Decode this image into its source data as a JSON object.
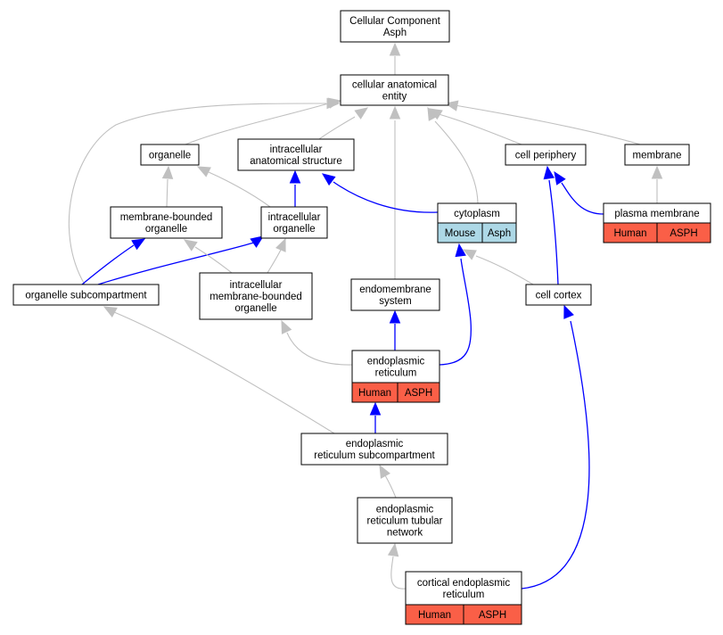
{
  "colors": {
    "gray_edge": "#c0c0c0",
    "blue_edge": "#0000ff",
    "human_fill": "#fa5f47",
    "mouse_fill": "#add8e6",
    "node_border": "#000000",
    "node_fill": "#ffffff"
  },
  "nodes": {
    "cc_asph": {
      "lines": [
        "Cellular Component",
        "Asph"
      ]
    },
    "cae": {
      "lines": [
        "cellular anatomical",
        "entity"
      ]
    },
    "organelle": {
      "lines": [
        "organelle"
      ]
    },
    "ias": {
      "lines": [
        "intracellular",
        "anatomical structure"
      ]
    },
    "cell_periphery": {
      "lines": [
        "cell periphery"
      ]
    },
    "membrane": {
      "lines": [
        "membrane"
      ]
    },
    "mbo": {
      "lines": [
        "membrane-bounded",
        "organelle"
      ]
    },
    "io": {
      "lines": [
        "intracellular",
        "organelle"
      ]
    },
    "cytoplasm": {
      "lines": [
        "cytoplasm"
      ],
      "tags": [
        "Mouse",
        "Asph"
      ]
    },
    "plasma_membrane": {
      "lines": [
        "plasma membrane"
      ],
      "tags": [
        "Human",
        "ASPH"
      ]
    },
    "org_sub": {
      "lines": [
        "organelle subcompartment"
      ]
    },
    "imbo": {
      "lines": [
        "intracellular",
        "membrane-bounded",
        "organelle"
      ]
    },
    "endomembrane": {
      "lines": [
        "endomembrane",
        "system"
      ]
    },
    "cell_cortex": {
      "lines": [
        "cell cortex"
      ]
    },
    "er": {
      "lines": [
        "endoplasmic",
        "reticulum"
      ],
      "tags": [
        "Human",
        "ASPH"
      ]
    },
    "er_sub": {
      "lines": [
        "endoplasmic",
        "reticulum subcompartment"
      ]
    },
    "er_tub": {
      "lines": [
        "endoplasmic",
        "reticulum tubular",
        "network"
      ]
    },
    "cortical_er": {
      "lines": [
        "cortical endoplasmic",
        "reticulum"
      ],
      "tags": [
        "Human",
        "ASPH"
      ]
    }
  },
  "edges": [
    {
      "from": "cae",
      "to": "cc_asph",
      "kind": "gray"
    },
    {
      "from": "organelle",
      "to": "cae",
      "kind": "gray"
    },
    {
      "from": "ias",
      "to": "cae",
      "kind": "gray"
    },
    {
      "from": "cell_periphery",
      "to": "cae",
      "kind": "gray"
    },
    {
      "from": "membrane",
      "to": "cae",
      "kind": "gray"
    },
    {
      "from": "cytoplasm",
      "to": "cae",
      "kind": "gray"
    },
    {
      "from": "endomembrane",
      "to": "cae",
      "kind": "gray"
    },
    {
      "from": "org_sub",
      "to": "cae",
      "kind": "gray"
    },
    {
      "from": "mbo",
      "to": "organelle",
      "kind": "gray"
    },
    {
      "from": "io",
      "to": "organelle",
      "kind": "gray"
    },
    {
      "from": "io",
      "to": "ias",
      "kind": "blue"
    },
    {
      "from": "cytoplasm",
      "to": "ias",
      "kind": "blue"
    },
    {
      "from": "plasma_membrane",
      "to": "cell_periphery",
      "kind": "blue"
    },
    {
      "from": "plasma_membrane",
      "to": "membrane",
      "kind": "gray"
    },
    {
      "from": "org_sub",
      "to": "mbo",
      "kind": "blue"
    },
    {
      "from": "org_sub",
      "to": "io",
      "kind": "blue"
    },
    {
      "from": "imbo",
      "to": "mbo",
      "kind": "gray"
    },
    {
      "from": "imbo",
      "to": "io",
      "kind": "gray"
    },
    {
      "from": "cell_cortex",
      "to": "cytoplasm",
      "kind": "gray"
    },
    {
      "from": "cell_cortex",
      "to": "cell_periphery",
      "kind": "blue"
    },
    {
      "from": "er",
      "to": "endomembrane",
      "kind": "blue"
    },
    {
      "from": "er",
      "to": "imbo",
      "kind": "gray"
    },
    {
      "from": "er",
      "to": "cytoplasm",
      "kind": "blue"
    },
    {
      "from": "er_sub",
      "to": "er",
      "kind": "blue"
    },
    {
      "from": "er_sub",
      "to": "org_sub",
      "kind": "gray"
    },
    {
      "from": "er_tub",
      "to": "er_sub",
      "kind": "gray"
    },
    {
      "from": "cortical_er",
      "to": "er_tub",
      "kind": "gray"
    },
    {
      "from": "cortical_er",
      "to": "cell_cortex",
      "kind": "blue"
    }
  ]
}
